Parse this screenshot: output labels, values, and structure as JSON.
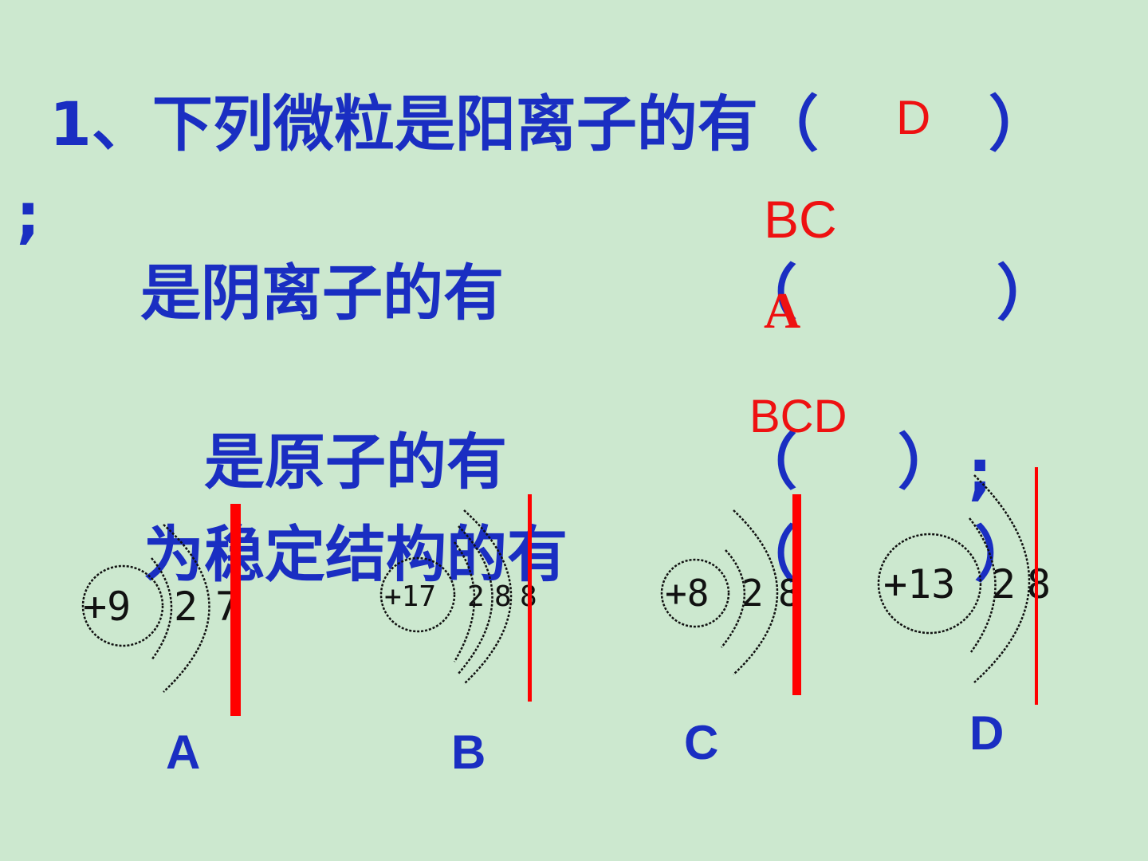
{
  "question": {
    "line1": "1、下列微粒是阳离子的有（",
    "line1_close": "）",
    "line1_answer": "D",
    "semicolon1": ";",
    "line2_label": "是阴离子的有",
    "line2_open": "（",
    "line2_close": "）",
    "line2_answer": "A",
    "line3_label": "是原子的有",
    "line3_open": "（",
    "line3_close": "）",
    "semicolon3": ";",
    "line3_answer": "BC",
    "line4_label": "为稳定结构的有",
    "line4_open": "（",
    "line4_close": "）",
    "line4_answer": "BCD"
  },
  "particles": [
    {
      "label": "A",
      "nucleus": "+9",
      "shells": [
        "2",
        "7"
      ]
    },
    {
      "label": "B",
      "nucleus": "+17",
      "shells": [
        "2",
        "8",
        "8"
      ]
    },
    {
      "label": "C",
      "nucleus": "+8",
      "shells": [
        "2",
        "8"
      ]
    },
    {
      "label": "D",
      "nucleus": "+13",
      "shells": [
        "2",
        "8"
      ]
    }
  ],
  "colors": {
    "background": "#cce8cf",
    "question_text": "#1a2ec2",
    "answer_text": "#ee1111",
    "marker_line": "#ff0000"
  }
}
